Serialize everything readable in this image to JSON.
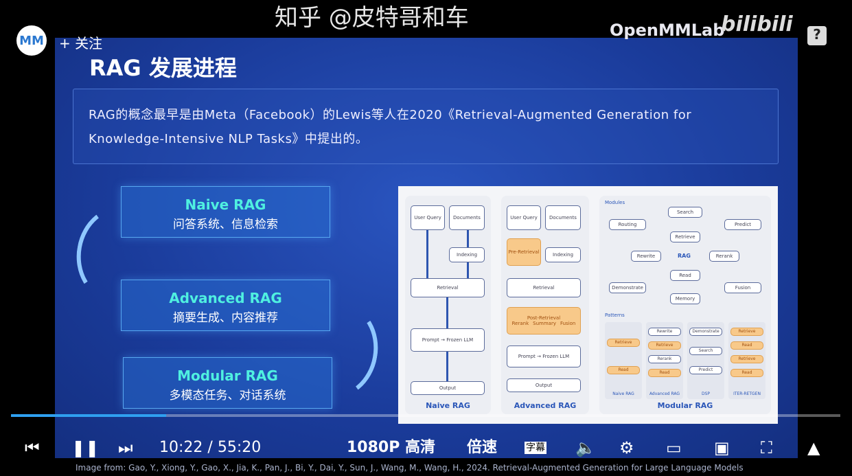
{
  "player": {
    "follow_label": "+ 关注",
    "avatar_text": "MM",
    "brand": "OpenMMLab",
    "platform": "bilibili",
    "help_icon": "?",
    "current_time": "10:22",
    "duration": "55:20",
    "time_separator": "/",
    "progress": 0.187,
    "quality": "1080P 高清",
    "speed": "倍速",
    "subtitle": "字幕",
    "watermark": "知乎 @皮特哥和车"
  },
  "slide": {
    "title": "RAG 发展进程",
    "intro": "RAG的概念最早是由Meta（Facebook）的Lewis等人在2020《Retrieval-Augmented Generation for Knowledge-Intensive NLP Tasks》中提出的。",
    "stages": [
      {
        "name": "Naive RAG",
        "desc": "问答系统、信息检索"
      },
      {
        "name": "Advanced RAG",
        "desc": "摘要生成、内容推荐"
      },
      {
        "name": "Modular RAG",
        "desc": "多模态任务、对话系统"
      }
    ],
    "citation": "Image from: Gao, Y., Xiong, Y., Gao, X., Jia, K., Pan, J., Bi, Y., Dai, Y., Sun, J., Wang, M., Wang, H., 2024. Retrieval-Augmented Generation for Large Language Models"
  },
  "figure": {
    "naive": {
      "title": "Naive RAG",
      "user": "User",
      "query": "Query",
      "documents": "Documents",
      "indexing": "Indexing",
      "retrieval": "Retrieval",
      "prompt": "Prompt",
      "llm": "Frozen LLM",
      "output": "Output"
    },
    "advanced": {
      "title": "Advanced RAG",
      "pre": "Pre-Retrieval",
      "post": "Post-Retrieval",
      "rerank": "Rerank",
      "summary": "Summary",
      "fusion": "Fusion"
    },
    "modular": {
      "title": "Modular RAG",
      "modules_label": "Modules",
      "patterns_label": "Patterns",
      "center": "RAG",
      "modules": [
        "Search",
        "Routing",
        "Predict",
        "Retrieve",
        "Rewrite",
        "Rerank",
        "Read",
        "Demonstrate",
        "Fusion",
        "Memory"
      ],
      "patterns": [
        {
          "name": "Naive RAG",
          "steps": [
            "Retrieve",
            "Read"
          ]
        },
        {
          "name": "Advanced RAG",
          "steps": [
            "Rewrite",
            "Retrieve",
            "Rerank",
            "Read"
          ]
        },
        {
          "name": "DSP",
          "steps": [
            "Demonstrate",
            "Search",
            "Predict"
          ]
        },
        {
          "name": "ITER-RETGEN",
          "steps": [
            "Retrieve",
            "Read",
            "Retrieve",
            "Read"
          ]
        }
      ]
    }
  }
}
